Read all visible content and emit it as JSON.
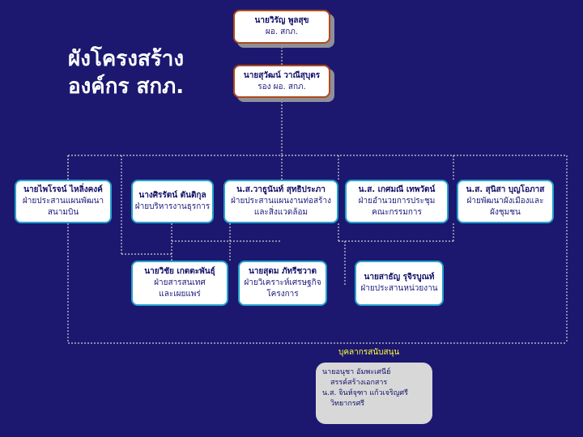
{
  "title": {
    "line1": "ผังโครงสร้าง",
    "line2": "องค์กร สกภ."
  },
  "director": {
    "name": "นายวิรัญ พูลสุข",
    "role": "ผอ. สกภ."
  },
  "deputy": {
    "name": "นายสุวัฒน์ วาณีสุบุตร",
    "role": "รอง ผอ. สกภ."
  },
  "divisions": [
    {
      "name": "นายไพโรจน์ ไหลิ่งคงค์",
      "role1": "ฝ่ายประสานแผนพัฒนา",
      "role2": "สนามบิน"
    },
    {
      "name": "นางศิรรัตน์ ตันติกุล",
      "role1": "ฝ่ายบริหารงานธุรการ",
      "role2": ""
    },
    {
      "name": "น.ส.วาธูนันท์ สุทธิประภา",
      "role1": "ฝ่ายประสานแผนงานท่อสร้าง",
      "role2": "และสิ่งแวดล้อม"
    },
    {
      "name": "น.ส. เกศมณี เทพวัตน์",
      "role1": "ฝ่ายอำนวยการประชุม",
      "role2": "คณะกรรมการ"
    },
    {
      "name": "น.ส. สุนิสา บุญโอภาส",
      "role1": "ฝ่ายพัฒนาผังเมืองและ",
      "role2": "ผังชุมชน"
    },
    {
      "name": "นายวิชัย เกตตะพันธุ์",
      "role1": "ฝ่ายสารสนเทศ",
      "role2": "และเผยแพร่"
    },
    {
      "name": "นายสุดม ภัทรีชวาต",
      "role1": "ฝ่ายวิเคราะห์เศรษฐกิจ",
      "role2": "โครงการ"
    },
    {
      "name": "นายสาธัญ รุจิรบูณท์",
      "role1": "ฝ่ายประสานหน่วยงาน",
      "role2": ""
    }
  ],
  "support": {
    "label": "บุคลากรสนับสนุน",
    "people": [
      {
        "name": "นายอนุชา อัมพะเศนีย์",
        "role": "สรรค์สร้างเอกสาร"
      },
      {
        "name": "น.ส. จินห์จุฑา แก้วเจริญศรี",
        "role": "วิทยากรศรี"
      }
    ]
  },
  "colors": {
    "background": "#1c1870",
    "top_box_border": "#b04a1a",
    "row_box_border": "#26a2cc",
    "connector": "#d0d0d0",
    "support_label": "#ffff33",
    "support_box": "#d8d8d8"
  }
}
